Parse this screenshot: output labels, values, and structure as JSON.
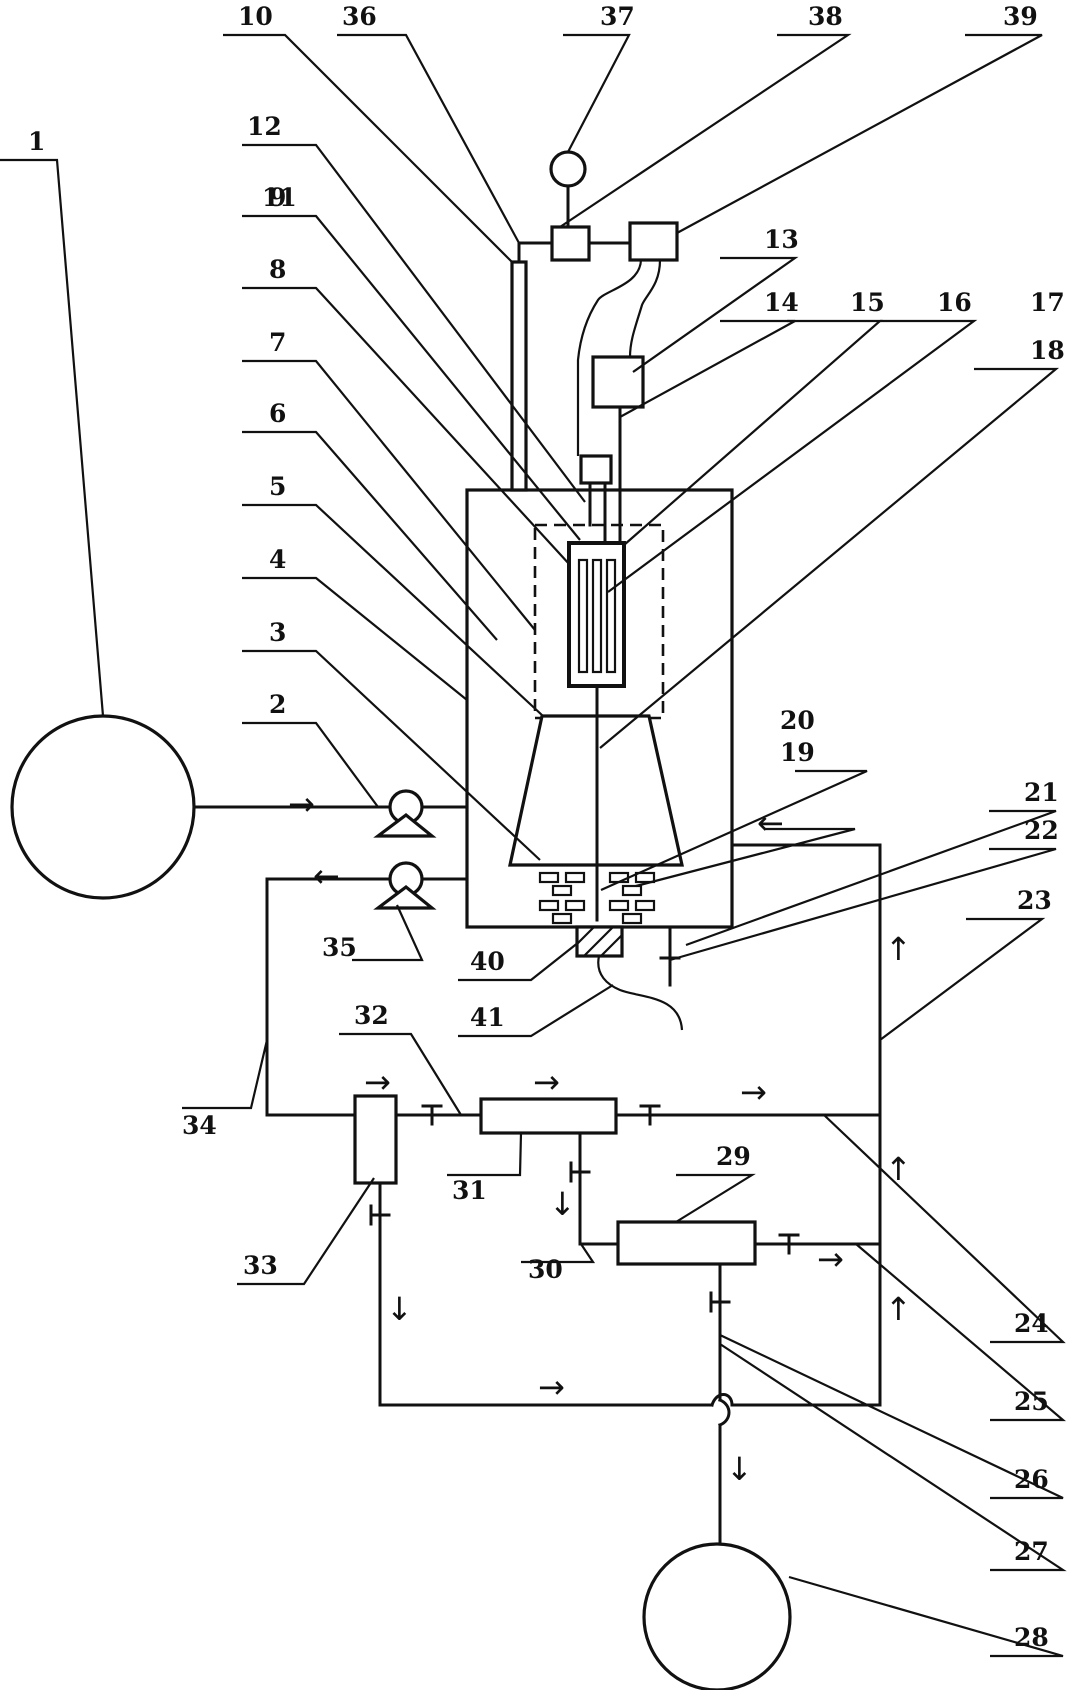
{
  "labels": {
    "l1": "1",
    "l2": "2",
    "l3": "3",
    "l4": "4",
    "l5": "5",
    "l6": "6",
    "l7": "7",
    "l8": "8",
    "l9": "9",
    "l10": "10",
    "l11": "11",
    "l12": "12",
    "l13": "13",
    "l14": "14",
    "l15": "15",
    "l16": "16",
    "l17": "17",
    "l18": "18",
    "l19": "19",
    "l20": "20",
    "l21": "21",
    "l22": "22",
    "l23": "23",
    "l24": "24",
    "l25": "25",
    "l26": "26",
    "l27": "27",
    "l28": "28",
    "l29": "29",
    "l30": "30",
    "l31": "31",
    "l32": "32",
    "l33": "33",
    "l34": "34",
    "l35": "35",
    "l36": "36",
    "l37": "37",
    "l38": "38",
    "l39": "39",
    "l40": "40",
    "l41": "41"
  },
  "arrows": {
    "right": "→",
    "left": "←",
    "up": "↑",
    "down": "↓"
  }
}
